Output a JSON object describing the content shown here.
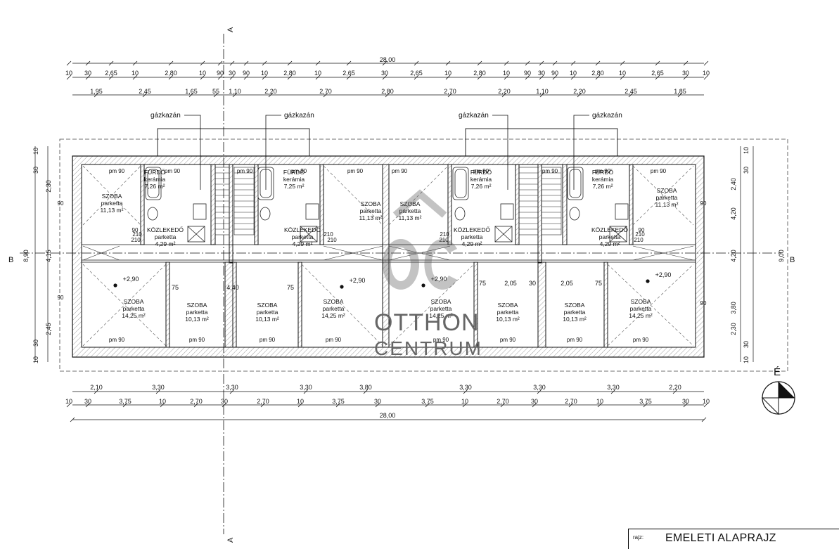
{
  "drawing": {
    "title_label": "rajz:",
    "title": "EMELETI ALAPRAJZ",
    "north_label": "É",
    "section_a": "A",
    "section_b": "B",
    "watermark_line1": "OTTHON",
    "watermark_line2": "CENTRUM"
  },
  "dimensions": {
    "total": "28,00",
    "top_row1": [
      "10",
      "30",
      "2,65",
      "10",
      "2,80",
      "10",
      "90",
      "30",
      "90",
      "10",
      "2,80",
      "10",
      "2,65",
      "30",
      "2,65",
      "10",
      "2,80",
      "10",
      "90",
      "30",
      "90",
      "10",
      "2,80",
      "10",
      "2,65",
      "30",
      "10"
    ],
    "top_row2": [
      "1,95",
      "2,45",
      "1,65",
      "55",
      "1,10",
      "2,20",
      "2,70",
      "2,80",
      "2,70",
      "2,20",
      "1,10",
      "2,20",
      "2,45",
      "1,85"
    ],
    "bottom_row1": [
      "2,10",
      "3,30",
      "3,30",
      "3,30",
      "3,80",
      "3,30",
      "3,30",
      "3,30",
      "2,20"
    ],
    "bottom_row2": [
      "10",
      "30",
      "3,75",
      "10",
      "2,70",
      "30",
      "2,70",
      "10",
      "3,75",
      "30",
      "3,75",
      "10",
      "2,70",
      "30",
      "2,70",
      "10",
      "3,75",
      "30",
      "10"
    ],
    "left": [
      "10",
      "30",
      "2,30",
      "4,15",
      "2,45",
      "30",
      "10",
      "8,90"
    ],
    "right": [
      "10",
      "30",
      "2,40",
      "4,20",
      "4,20",
      "3,80",
      "2,30",
      "30",
      "10",
      "9,00"
    ],
    "inner": [
      "4,40",
      "75",
      "75",
      "2,05",
      "30",
      "2,05",
      "75",
      "75"
    ]
  },
  "labels": {
    "boiler": "gázkazán",
    "window_pm": "pm 90",
    "level": "+2,90",
    "door210": "210",
    "door90": "90"
  },
  "rooms": [
    {
      "name": "SZOBA",
      "floor": "parketta",
      "area": "11,13 m²"
    },
    {
      "name": "FÜRDŐ",
      "floor": "kerámia",
      "area": "7,26 m²"
    },
    {
      "name": "FÜRDŐ",
      "floor": "kerámia",
      "area": "7,25 m²"
    },
    {
      "name": "SZOBA",
      "floor": "parketta",
      "area": "11,13 m²"
    },
    {
      "name": "SZOBA",
      "floor": "parketta",
      "area": "11,13 m²"
    },
    {
      "name": "FÜRDŐ",
      "floor": "kerámia",
      "area": "7,26 m²"
    },
    {
      "name": "FÜRDŐ",
      "floor": "kerámia",
      "area": "7,26 m²"
    },
    {
      "name": "SZOBA",
      "floor": "parketta",
      "area": "11,13 m²"
    },
    {
      "name": "KÖZLEKEDŐ",
      "floor": "parketta",
      "area": "4,29 m²"
    },
    {
      "name": "KÖZLEKEDŐ",
      "floor": "parketta",
      "area": "4,29 m²"
    },
    {
      "name": "KÖZLEKEDŐ",
      "floor": "parketta",
      "area": "4,29 m²"
    },
    {
      "name": "KÖZLEKEDŐ",
      "floor": "parketta",
      "area": "4,29 m²"
    },
    {
      "name": "SZOBA",
      "floor": "parketta",
      "area": "14,25 m²"
    },
    {
      "name": "SZOBA",
      "floor": "parketta",
      "area": "10,13 m²"
    },
    {
      "name": "SZOBA",
      "floor": "parketta",
      "area": "10,13 m²"
    },
    {
      "name": "SZOBA",
      "floor": "parketta",
      "area": "14,25 m²"
    },
    {
      "name": "SZOBA",
      "floor": "parketta",
      "area": "14,25 m²"
    },
    {
      "name": "SZOBA",
      "floor": "parketta",
      "area": "10,13 m²"
    },
    {
      "name": "SZOBA",
      "floor": "parketta",
      "area": "10,13 m²"
    },
    {
      "name": "SZOBA",
      "floor": "parketta",
      "area": "14,25 m²"
    }
  ]
}
